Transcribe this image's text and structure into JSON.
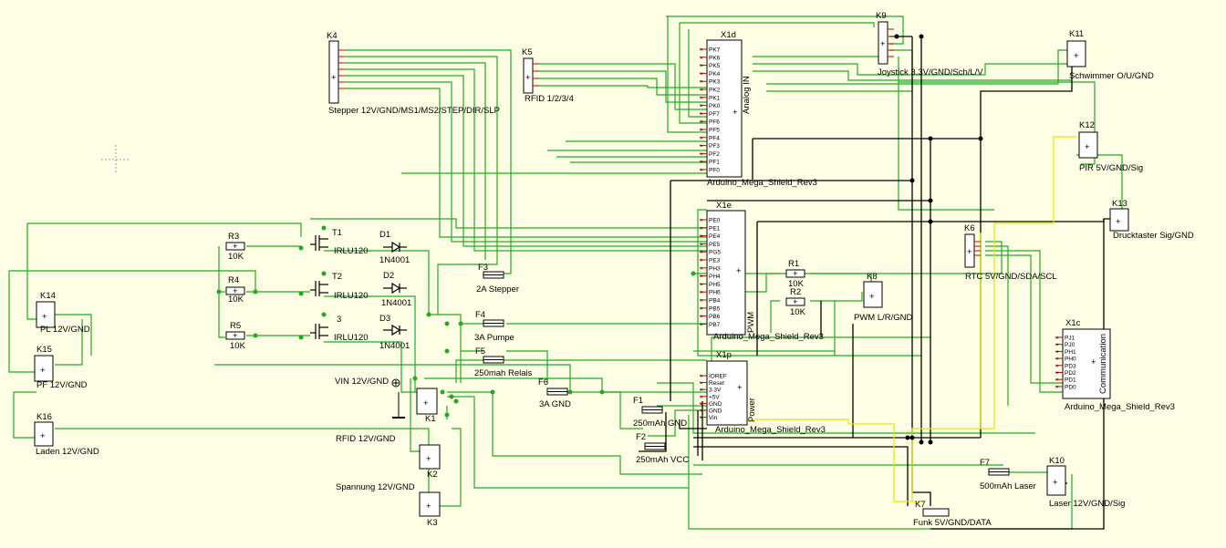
{
  "connectors": [
    {
      "id": "K4",
      "label": "Stepper 12V/GND/MS1/MS2/STEP/DIR/SLP",
      "pins": 7
    },
    {
      "id": "K5",
      "label": "RFID 1/2/3/4",
      "pins": 4
    },
    {
      "id": "K9",
      "label": "Joystick 3.3V/GND/Sch/L/V",
      "pins": 5
    },
    {
      "id": "K11",
      "label": "Schwimmer O/U/GND",
      "pins": 3
    },
    {
      "id": "K12",
      "label": "PIR 5V/GND/Sig",
      "pins": 3
    },
    {
      "id": "K13",
      "label": "Drucktaster Sig/GND",
      "pins": 2
    },
    {
      "id": "K6",
      "label": "RTC 5V/GND/SDA/SCL",
      "pins": 4
    },
    {
      "id": "K8",
      "label": "PWM L/R/GND",
      "pins": 3
    },
    {
      "id": "K14",
      "label": "PL 12V/GND",
      "pins": 2
    },
    {
      "id": "K15",
      "label": "PF 12V/GND",
      "pins": 2
    },
    {
      "id": "K16",
      "label": "Laden 12V/GND",
      "pins": 2
    },
    {
      "id": "K1",
      "label": "K1",
      "pins": 2
    },
    {
      "id": "K2",
      "label": "K2",
      "pins": 2
    },
    {
      "id": "K3",
      "label": "K3",
      "pins": 2
    },
    {
      "id": "K10",
      "label": "Laser 12V/GND/Sig",
      "pins": 3
    },
    {
      "id": "K7",
      "label": "Funk 5V/GND/DATA",
      "pins": 3
    }
  ],
  "side_labels": {
    "vin": "VIN 12V/GND",
    "rfid": "RFID 12V/GND",
    "spannung": "Spannung 12V/GND"
  },
  "shields": [
    {
      "id": "X1d",
      "title": "Analog IN",
      "footer": "Arduino_Mega_Shield_Rev3",
      "pins": [
        "PK7",
        "PK6",
        "PK5",
        "PK4",
        "PK3",
        "PK2",
        "PK1",
        "PK0",
        "PF7",
        "PF6",
        "PF5",
        "PF4",
        "PF3",
        "PF2",
        "PF1",
        "PF0"
      ]
    },
    {
      "id": "X1e",
      "title": "PWM",
      "footer": "Arduino_Mega_Shield_Rev3",
      "pins": [
        "PE0",
        "PE1",
        "PE4",
        "PE5",
        "PG5",
        "PE3",
        "PH3",
        "PH4",
        "PH5",
        "PH6",
        "PB4",
        "PB5",
        "PB6",
        "PB7"
      ]
    },
    {
      "id": "X1p",
      "title": "Power",
      "footer": "Arduino_Mega_Shield_Rev3",
      "pins": [
        "IOREF",
        "Reset",
        "3.3V",
        "+5V",
        "GND",
        "GND",
        "Vin"
      ]
    },
    {
      "id": "X1c",
      "title": "Communication",
      "footer": "Arduino_Mega_Shield_Rev3",
      "pins": [
        "PJ1",
        "PJ0",
        "PH1",
        "PH0",
        "PD3",
        "PD2",
        "PD1",
        "PD0"
      ]
    }
  ],
  "transistors": [
    {
      "id": "T1",
      "part": "IRLU120"
    },
    {
      "id": "T2",
      "part": "IRLU120"
    },
    {
      "id": "3",
      "part": "IRLU120"
    }
  ],
  "diodes": [
    {
      "id": "D1",
      "part": "1N4001"
    },
    {
      "id": "D2",
      "part": "1N4001"
    },
    {
      "id": "D3",
      "part": "1N4001"
    }
  ],
  "resistors": [
    {
      "id": "R3",
      "value": "10K"
    },
    {
      "id": "R4",
      "value": "10K"
    },
    {
      "id": "R5",
      "value": "10K"
    },
    {
      "id": "R1",
      "value": "10K"
    },
    {
      "id": "R2",
      "value": "10K"
    }
  ],
  "fuses": [
    {
      "id": "F3",
      "label": "2A Stepper"
    },
    {
      "id": "F4",
      "label": "3A Pumpe"
    },
    {
      "id": "F5",
      "label": "250mah Relais"
    },
    {
      "id": "F6",
      "label": "3A GND"
    },
    {
      "id": "F1",
      "label": "250mAh GND"
    },
    {
      "id": "F2",
      "label": "250mAh VCC"
    },
    {
      "id": "F7",
      "label": "500mAh Laser"
    }
  ]
}
